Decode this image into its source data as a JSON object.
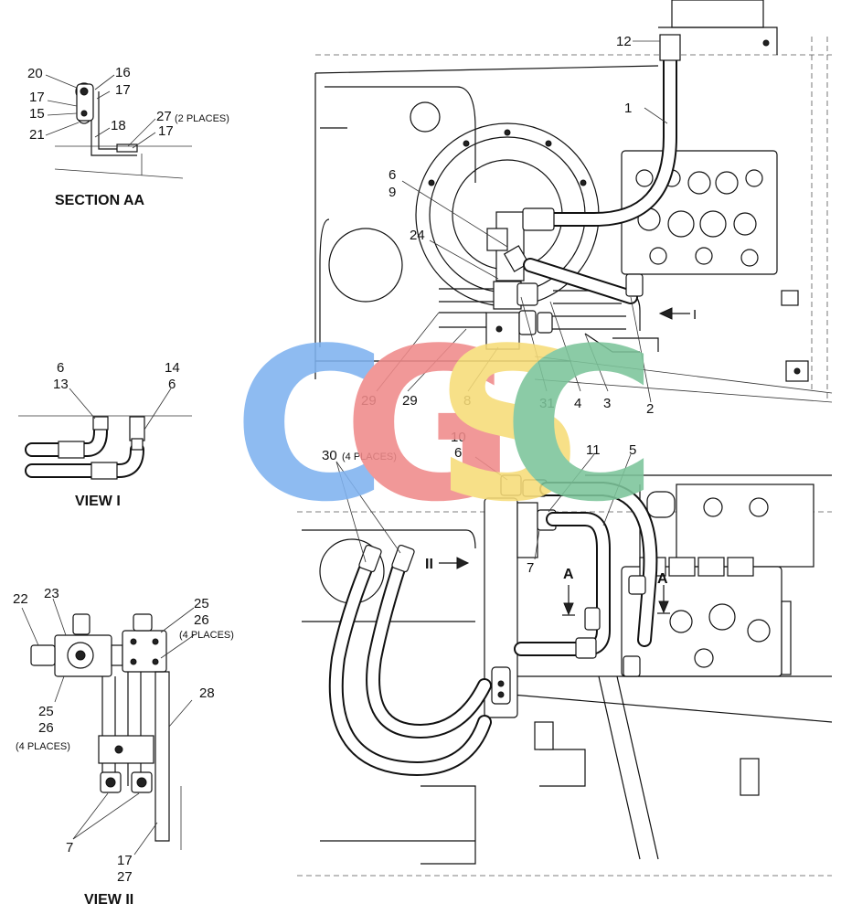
{
  "section_aa": {
    "title": "SECTION AA",
    "labels": [
      "20",
      "16",
      "17",
      "17",
      "15",
      "21",
      "18",
      "27",
      "17"
    ],
    "places_note": "(2 PLACES)"
  },
  "view_i": {
    "title": "VIEW I",
    "labels": [
      "6",
      "13",
      "14",
      "6"
    ]
  },
  "view_ii": {
    "title": "VIEW II",
    "labels": [
      "22",
      "23",
      "25",
      "26",
      "25",
      "26",
      "28",
      "7",
      "17",
      "27"
    ],
    "places_note_a": "(4 PLACES)",
    "places_note_b": "(4 PLACES)"
  },
  "top_view": {
    "labels": [
      "12",
      "1",
      "6",
      "9",
      "24",
      "I",
      "29",
      "29",
      "8",
      "31",
      "4",
      "3",
      "2"
    ]
  },
  "bottom_view": {
    "labels": [
      "30",
      "10",
      "6",
      "11",
      "5",
      "7",
      "A",
      "A",
      "II"
    ],
    "places_note": "(4 PLACES)"
  },
  "watermark": {
    "letters": [
      "C",
      "G",
      "S",
      "C"
    ],
    "colors": [
      "#7fb2f0",
      "#f08a8a",
      "#f7dc78",
      "#7cc49a"
    ]
  }
}
